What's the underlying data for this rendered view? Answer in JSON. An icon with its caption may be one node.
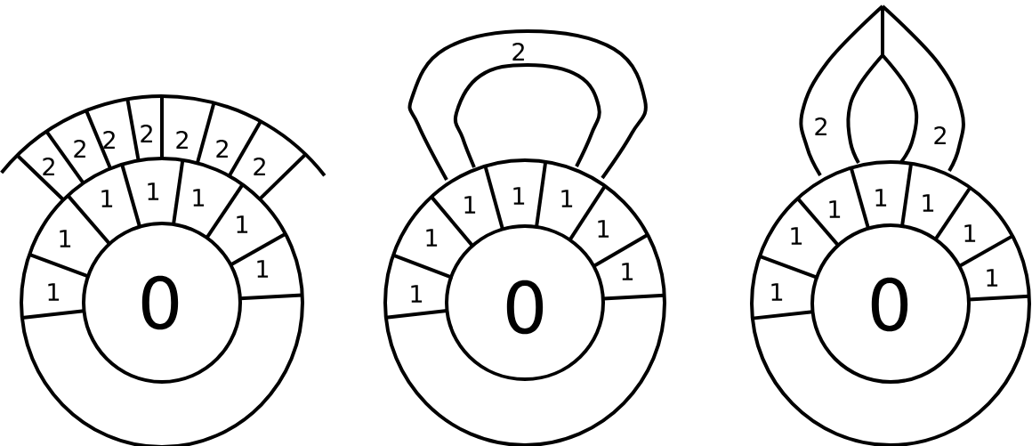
{
  "diagram": {
    "labels": [
      "2",
      "2",
      "2",
      "2",
      "2",
      "2",
      "2",
      "1",
      "1",
      "1",
      "1",
      "1",
      "1",
      "1",
      "0",
      "2",
      "1",
      "1",
      "1",
      "1",
      "1",
      "1",
      "1",
      "0",
      "2",
      "2",
      "1",
      "1",
      "1",
      "1",
      "1",
      "1",
      "1",
      "0"
    ]
  }
}
